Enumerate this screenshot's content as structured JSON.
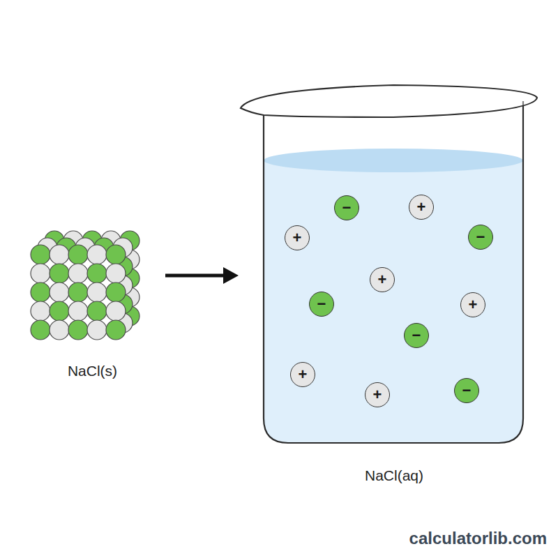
{
  "diagram": {
    "nodes": [
      {
        "text": [
          "NaCl(s)"
        ]
      },
      {
        "text": [
          "NaCl(aq)"
        ]
      },
      {
        "text": [
          "−"
        ],
        "in": 1
      },
      {
        "text": [
          "+"
        ],
        "in": 1
      },
      {
        "text": [
          "−"
        ],
        "in": 1
      },
      {
        "text": [
          "+"
        ],
        "in": 1
      },
      {
        "text": [
          "+"
        ],
        "in": 1
      },
      {
        "text": [
          "−"
        ],
        "in": 1
      },
      {
        "text": [
          "+"
        ],
        "in": 1
      },
      {
        "text": [
          "−"
        ],
        "in": 1
      },
      {
        "text": [
          "+"
        ],
        "in": 1
      },
      {
        "text": [
          "−"
        ],
        "in": 1
      },
      {
        "text": [
          "+"
        ],
        "in": 1
      }
    ],
    "edges": [
      {
        "from": 0,
        "to": 1,
        "arrow": "to"
      }
    ],
    "labels": [
      "calculatorlib.com"
    ]
  }
}
